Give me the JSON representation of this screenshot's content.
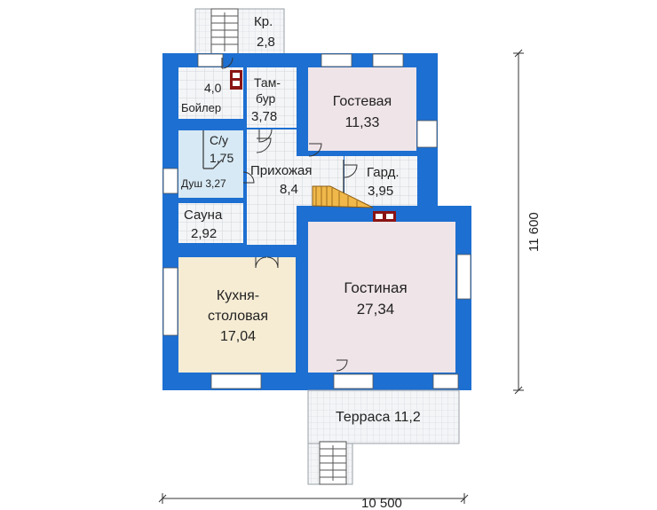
{
  "colors": {
    "wall": "#1d6fd1",
    "tile": "#d6dbe0",
    "room_pink": "#efe4e8",
    "room_kitchen": "#f6ecd4",
    "room_bath": "#d7e9f4",
    "room_white": "#ffffff",
    "stair": "#f0b84a",
    "boiler": "#8a1414",
    "dim": "#333333"
  },
  "rooms": {
    "kr": {
      "name": "Кр.",
      "area": "2,8"
    },
    "boiler": {
      "area": "4,0",
      "name": "Бойлер"
    },
    "tambur": {
      "name1": "Там-",
      "name2": "бур",
      "area": "3,78"
    },
    "gostevaya": {
      "name": "Гостевая",
      "area": "11,33"
    },
    "su": {
      "name": "С/у",
      "area": "1,75"
    },
    "dush": {
      "label": "Душ 3,27"
    },
    "prikhozhaya": {
      "name": "Прихожая",
      "area": "8,4"
    },
    "gard": {
      "name": "Гард.",
      "area": "3,95"
    },
    "sauna": {
      "name": "Сауна",
      "area": "2,92"
    },
    "kitchen": {
      "name1": "Кухня-",
      "name2": "столовая",
      "area": "17,04"
    },
    "gostinaya": {
      "name": "Гостиная",
      "area": "27,34"
    },
    "terrace": {
      "label": "Терраса 11,2"
    }
  },
  "dimensions": {
    "width": "10 500",
    "height": "11 600"
  }
}
